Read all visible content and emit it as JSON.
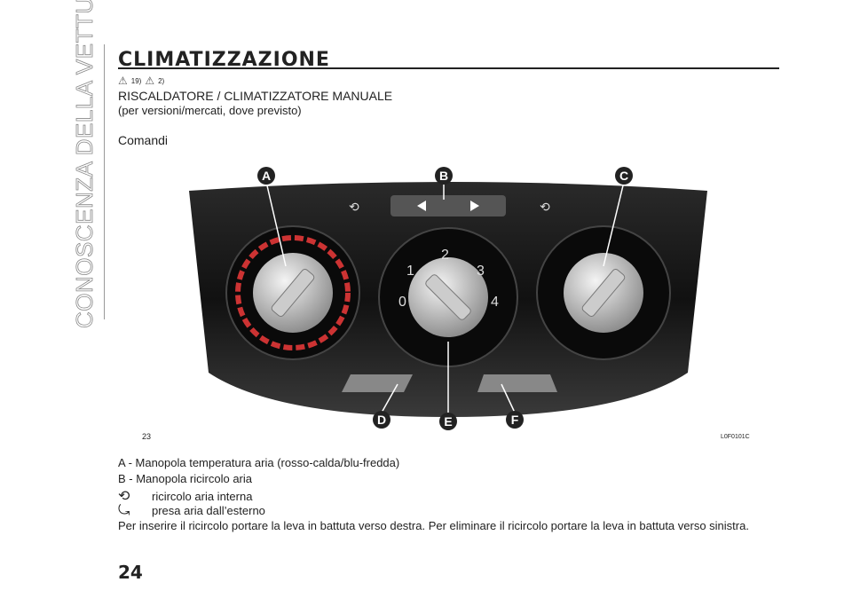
{
  "side_title": "CONOSCENZA DELLA VETTURA",
  "title": "CLIMATIZZAZIONE",
  "warnings": [
    "19)",
    "2)"
  ],
  "heading": "RISCALDATORE / CLIMATIZZATORE MANUALE",
  "subheading": "(per versioni/mercati, dove previsto)",
  "section": "Comandi",
  "figure": {
    "number": "23",
    "code": "L0F0101C",
    "labels": [
      "A",
      "B",
      "C",
      "D",
      "E",
      "F"
    ],
    "fan_speeds": [
      "0",
      "1",
      "2",
      "3",
      "4"
    ]
  },
  "legend": {
    "a": "A - Manopola temperatura aria (rosso-calda/blu-fredda)",
    "b": "B - Manopola ricircolo aria",
    "recirc": "ricircolo aria interna",
    "outside": "presa aria dall’esterno",
    "note": "Per inserire il ricircolo portare la leva in battuta verso destra. Per eliminare il ricircolo portare la leva in battuta verso sinistra."
  },
  "page_number": "24"
}
